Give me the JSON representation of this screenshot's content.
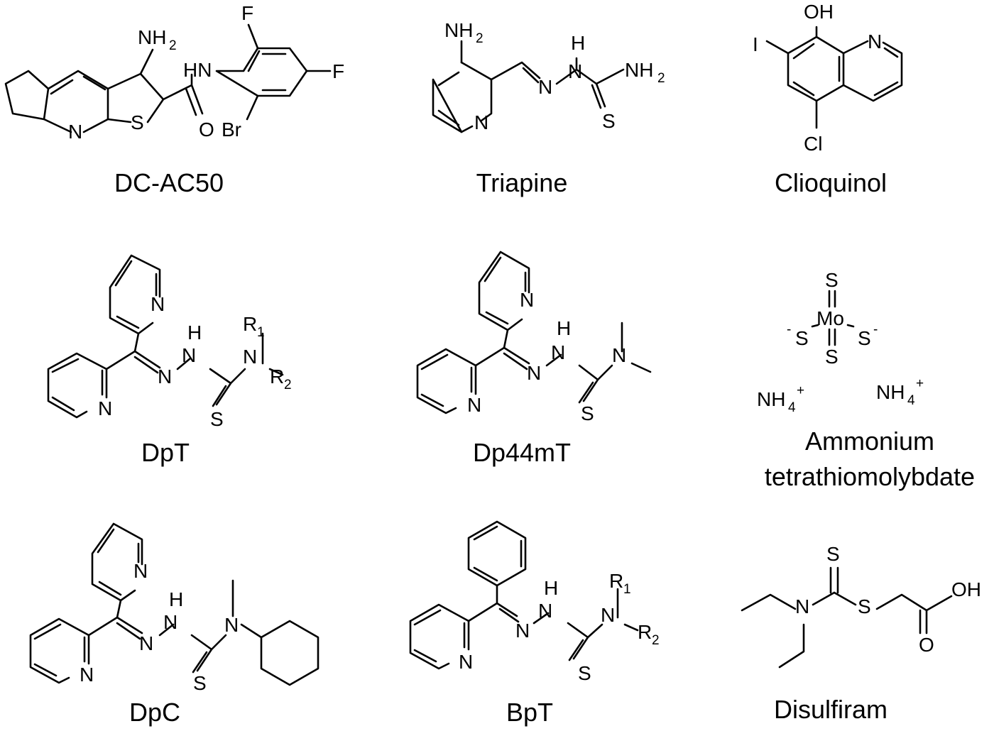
{
  "figure": {
    "compounds": [
      {
        "name": "DC-AC50",
        "atoms": [
          "NH",
          "2",
          "F",
          "HN",
          "F",
          "N",
          "S",
          "O",
          "Br"
        ]
      },
      {
        "name": "Triapine",
        "atoms": [
          "NH",
          "2",
          "N",
          "H",
          "N",
          "NH",
          "2",
          "N",
          "S"
        ]
      },
      {
        "name": "Clioquinol",
        "atoms": [
          "OH",
          "I",
          "N",
          "Cl"
        ]
      },
      {
        "name": "DpT",
        "atoms": [
          "N",
          "N",
          "H",
          "N",
          "N",
          "R",
          "1",
          "N",
          "R",
          "2",
          "S"
        ]
      },
      {
        "name": "Dp44mT",
        "atoms": [
          "N",
          "N",
          "H",
          "N",
          "N",
          "N",
          "S"
        ]
      },
      {
        "name_lines": [
          "Ammonium",
          "tetrathiomolybdate"
        ],
        "atoms": [
          "S",
          "Mo",
          "-",
          "S",
          "S",
          "-",
          "S",
          "NH",
          "4",
          "+",
          "NH",
          "4",
          "+"
        ]
      },
      {
        "name": "DpC",
        "atoms": [
          "N",
          "N",
          "H",
          "N",
          "N",
          "N",
          "S"
        ]
      },
      {
        "name": "BpT",
        "atoms": [
          "N",
          "H",
          "N",
          "N",
          "R",
          "1",
          "N",
          "R",
          "2",
          "S"
        ]
      },
      {
        "name": "Disulfiram",
        "atoms": [
          "S",
          "N",
          "S",
          "OH",
          "O"
        ]
      }
    ]
  }
}
